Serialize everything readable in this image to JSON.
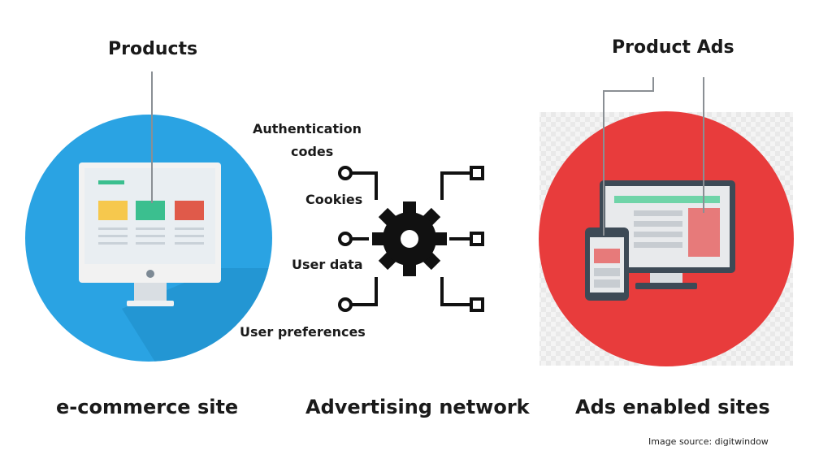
{
  "left": {
    "heading": "Products",
    "footer": "e-commerce site"
  },
  "middle": {
    "footer": "Advertising network",
    "inputs": [
      "Authentication",
      "codes",
      "Cookies",
      "User data",
      "User preferences"
    ]
  },
  "right": {
    "heading": "Product Ads",
    "footer": "Ads enabled sites"
  },
  "credit": "Image source: digitwindow",
  "colors": {
    "blue_circle": "#2aa3e3",
    "red_circle": "#e83c3c",
    "yellow": "#f6c84d",
    "green": "#3bbf8f",
    "red_block": "#e05a4a",
    "monitor_frame": "#3d4a56",
    "ad_green": "#6fd4a8",
    "ad_red": "#e77a7a"
  },
  "icons": [
    "monitor-icon",
    "gear-icon",
    "tablet-icon"
  ]
}
